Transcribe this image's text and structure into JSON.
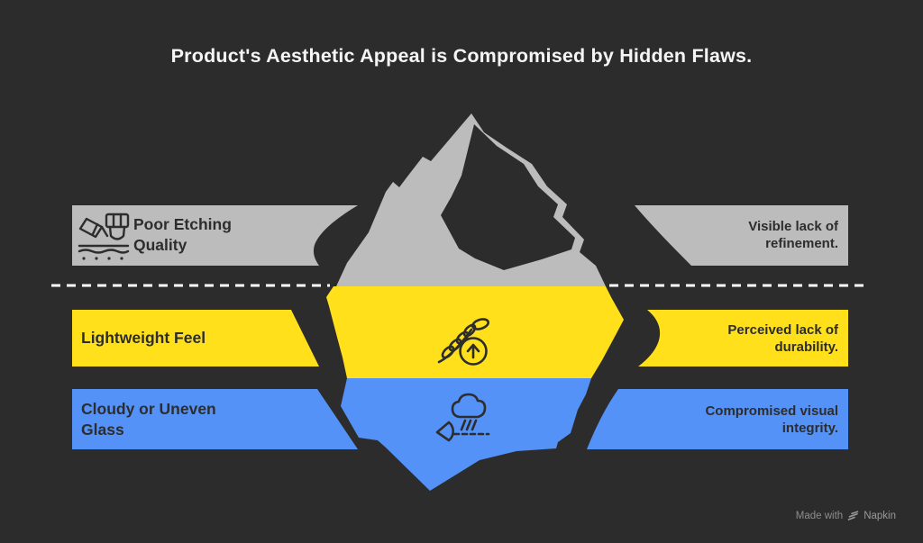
{
  "title": "Product's Aesthetic Appeal is Compromised by Hidden Flaws.",
  "colors": {
    "background": "#2c2c2c",
    "surface_gray": "#bcbcbc",
    "middle_yellow": "#ffe01b",
    "deep_blue": "#5492f7",
    "dark_text": "#2d2d2d",
    "waterline": "#ffffff",
    "watermark_gray": "#9a9a9a"
  },
  "layers": [
    {
      "id": "surface",
      "depth": "above-waterline",
      "color": "#bcbcbc",
      "left_label": "Poor Etching Quality",
      "right_label": "Visible lack of refinement.",
      "icon": "etching-tool-icon"
    },
    {
      "id": "middle",
      "depth": "below-waterline",
      "color": "#ffe01b",
      "left_label": "Lightweight Feel",
      "right_label": "Perceived lack of durability.",
      "icon": "feather-lightweight-icon"
    },
    {
      "id": "deep",
      "depth": "below-waterline",
      "color": "#5492f7",
      "left_label": "Cloudy or Uneven Glass",
      "right_label": "Compromised visual integrity.",
      "icon": "fog-rain-visibility-icon"
    }
  ],
  "watermark": {
    "prefix": "Made with",
    "brand": "Napkin",
    "logo": "napkin-logo-icon"
  }
}
